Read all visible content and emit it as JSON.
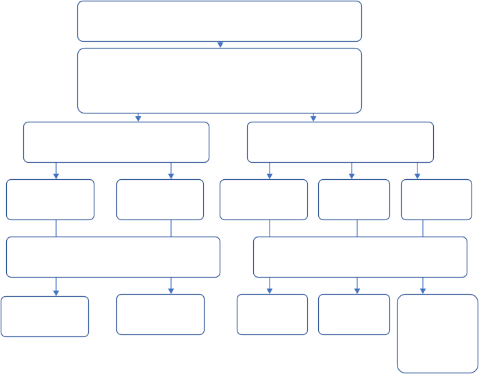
{
  "diagram": {
    "nodes": [
      {
        "id": "top",
        "label": ""
      },
      {
        "id": "second",
        "label": ""
      },
      {
        "id": "left-branch",
        "label": ""
      },
      {
        "id": "right-branch",
        "label": ""
      },
      {
        "id": "left-child-1",
        "label": ""
      },
      {
        "id": "left-child-2",
        "label": ""
      },
      {
        "id": "right-child-1",
        "label": ""
      },
      {
        "id": "right-child-2",
        "label": ""
      },
      {
        "id": "right-child-3",
        "label": ""
      },
      {
        "id": "left-merge",
        "label": ""
      },
      {
        "id": "right-merge",
        "label": ""
      },
      {
        "id": "left-leaf-1",
        "label": ""
      },
      {
        "id": "left-leaf-2",
        "label": ""
      },
      {
        "id": "right-leaf-1",
        "label": ""
      },
      {
        "id": "right-leaf-2",
        "label": ""
      },
      {
        "id": "right-leaf-3",
        "label": ""
      }
    ],
    "edges": [
      {
        "from": "top",
        "to": "second",
        "arrow": true
      },
      {
        "from": "second",
        "to": "left-branch",
        "arrow": true
      },
      {
        "from": "second",
        "to": "right-branch",
        "arrow": true
      },
      {
        "from": "left-branch",
        "to": "left-child-1",
        "arrow": true
      },
      {
        "from": "left-branch",
        "to": "left-child-2",
        "arrow": true
      },
      {
        "from": "right-branch",
        "to": "right-child-1",
        "arrow": true
      },
      {
        "from": "right-branch",
        "to": "right-child-2",
        "arrow": true
      },
      {
        "from": "right-branch",
        "to": "right-child-3",
        "arrow": true
      },
      {
        "from": "left-child-1",
        "to": "left-merge",
        "arrow": false
      },
      {
        "from": "left-child-2",
        "to": "left-merge",
        "arrow": false
      },
      {
        "from": "right-child-1",
        "to": "right-merge",
        "arrow": false
      },
      {
        "from": "right-child-2",
        "to": "right-merge",
        "arrow": false
      },
      {
        "from": "right-child-3",
        "to": "right-merge",
        "arrow": false
      },
      {
        "from": "left-merge",
        "to": "left-leaf-1",
        "arrow": true
      },
      {
        "from": "left-merge",
        "to": "left-leaf-2",
        "arrow": true
      },
      {
        "from": "right-merge",
        "to": "right-leaf-1",
        "arrow": true
      },
      {
        "from": "right-merge",
        "to": "right-leaf-2",
        "arrow": true
      },
      {
        "from": "right-merge",
        "to": "right-leaf-3",
        "arrow": true
      }
    ],
    "colors": {
      "box_border": "#2f5597",
      "connector": "#4472c4",
      "background": "#ffffff"
    }
  }
}
